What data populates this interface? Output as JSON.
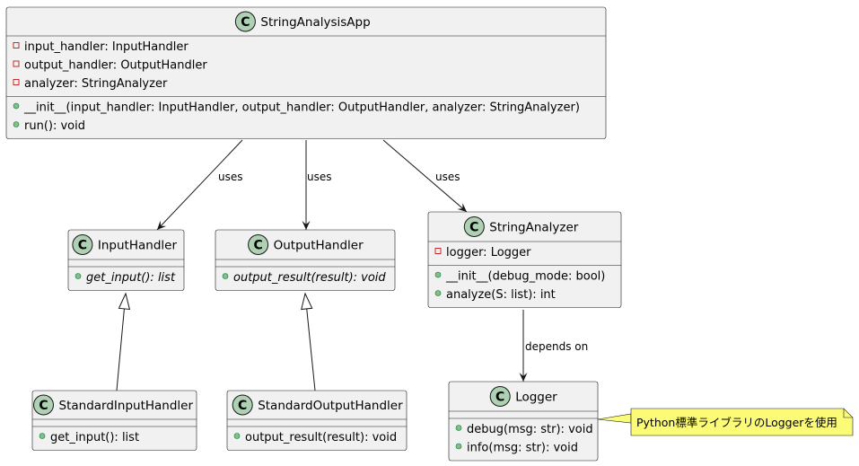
{
  "diagram": {
    "classes": [
      {
        "id": "app",
        "name": "StringAnalysisApp",
        "attributes": [
          {
            "visibility": "private",
            "text": "input_handler: InputHandler"
          },
          {
            "visibility": "private",
            "text": "output_handler: OutputHandler"
          },
          {
            "visibility": "private",
            "text": "analyzer: StringAnalyzer"
          }
        ],
        "methods": [
          {
            "visibility": "public",
            "text": "__init__(input_handler: InputHandler, output_handler: OutputHandler, analyzer: StringAnalyzer)",
            "abstract": false
          },
          {
            "visibility": "public",
            "text": "run(): void",
            "abstract": false
          }
        ]
      },
      {
        "id": "input",
        "name": "InputHandler",
        "attributes": [],
        "methods": [
          {
            "visibility": "public",
            "text": "get_input(): list",
            "abstract": true
          }
        ]
      },
      {
        "id": "output",
        "name": "OutputHandler",
        "attributes": [],
        "methods": [
          {
            "visibility": "public",
            "text": "output_result(result): void",
            "abstract": true
          }
        ]
      },
      {
        "id": "analyzer",
        "name": "StringAnalyzer",
        "attributes": [
          {
            "visibility": "private",
            "text": "logger: Logger"
          }
        ],
        "methods": [
          {
            "visibility": "public",
            "text": "__init__(debug_mode: bool)",
            "abstract": false
          },
          {
            "visibility": "public",
            "text": "analyze(S: list): int",
            "abstract": false
          }
        ]
      },
      {
        "id": "stdin",
        "name": "StandardInputHandler",
        "attributes": [],
        "methods": [
          {
            "visibility": "public",
            "text": "get_input(): list",
            "abstract": false
          }
        ]
      },
      {
        "id": "stdout",
        "name": "StandardOutputHandler",
        "attributes": [],
        "methods": [
          {
            "visibility": "public",
            "text": "output_result(result): void",
            "abstract": false
          }
        ]
      },
      {
        "id": "logger",
        "name": "Logger",
        "attributes": [],
        "methods": [
          {
            "visibility": "public",
            "text": "debug(msg: str): void",
            "abstract": false
          },
          {
            "visibility": "public",
            "text": "info(msg: str): void",
            "abstract": false
          }
        ]
      }
    ],
    "relations": [
      {
        "from": "app",
        "to": "input",
        "type": "association",
        "label": "uses"
      },
      {
        "from": "app",
        "to": "output",
        "type": "association",
        "label": "uses"
      },
      {
        "from": "app",
        "to": "analyzer",
        "type": "association",
        "label": "uses"
      },
      {
        "from": "analyzer",
        "to": "logger",
        "type": "association",
        "label": "depends on"
      },
      {
        "from": "stdin",
        "to": "input",
        "type": "inheritance",
        "label": ""
      },
      {
        "from": "stdout",
        "to": "output",
        "type": "inheritance",
        "label": ""
      }
    ],
    "note": {
      "attached_to": "logger",
      "text": "Python標準ライブラリのLoggerを使用"
    },
    "class_icon_letter": "C",
    "colors": {
      "class_icon": "#add1b2",
      "private": "#c82930",
      "public": "#84be84",
      "note": "#fbfb77"
    }
  }
}
